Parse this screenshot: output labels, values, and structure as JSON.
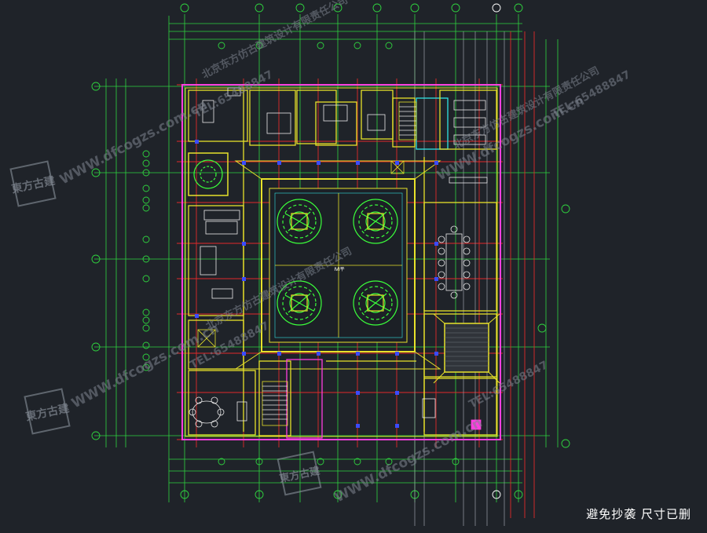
{
  "drawing": {
    "center_label": "ⅣⅠ平",
    "caption": "避免抄袭 尺寸已删",
    "watermark_site": "WWW.dfcogzs.com.cn",
    "watermark_tel": "TEL:65488847",
    "watermark_company": "北京东方仿古建筑设计有限责任公司",
    "seal_text": "東方古建",
    "colors": {
      "background": "#1f2329",
      "axis_green": "#2fd43f",
      "wall_yellow": "#e7e22a",
      "grid_red": "#e12a2a",
      "outer_magenta": "#ff3fe0",
      "column_blue": "#3b4bff",
      "furniture_white": "#e9e9e9",
      "tree_green": "#3bff3b",
      "cyan": "#2fe3e3"
    }
  }
}
